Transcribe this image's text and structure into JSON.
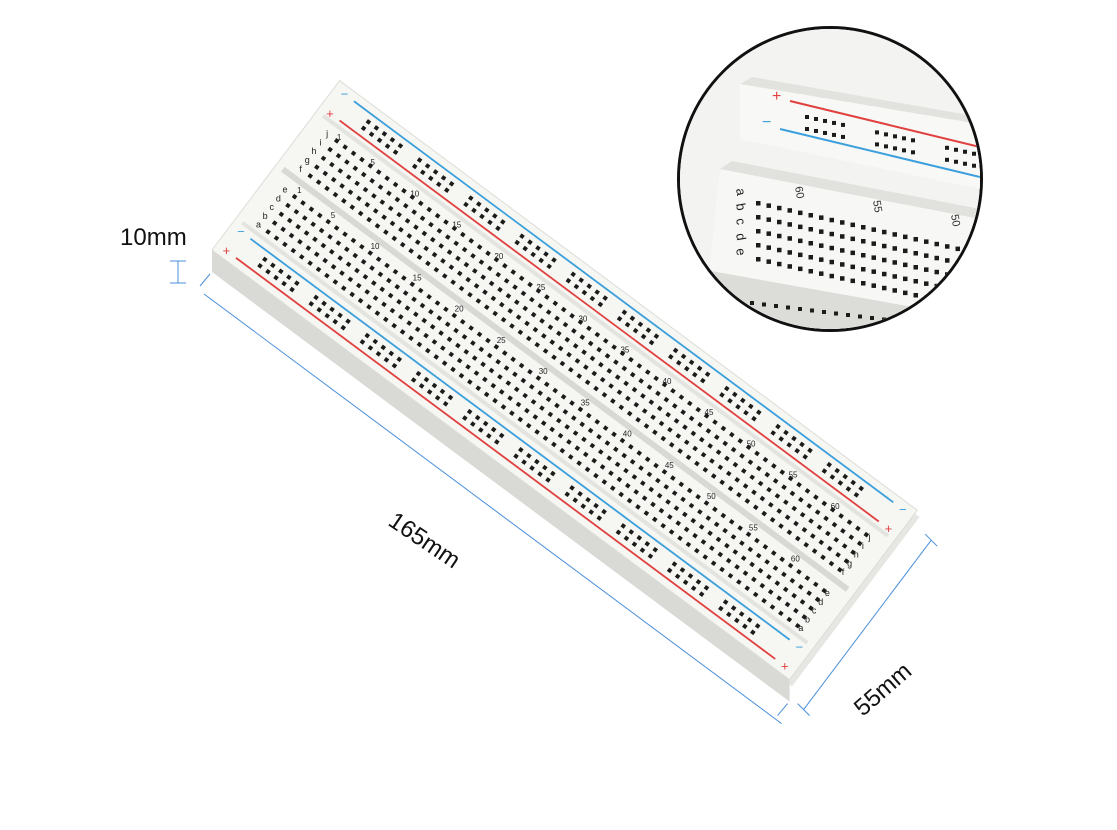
{
  "dimensions": {
    "height": "10mm",
    "length": "165mm",
    "width": "55mm"
  },
  "colors": {
    "board": "#f6f6f3",
    "board_edge": "#d9dad6",
    "hole": "#1b1b1b",
    "rail_red": "#e0413f",
    "rail_blue": "#3a9fdc",
    "dimension_line": "#4a90d9"
  },
  "board": {
    "rail_plus": "+",
    "rail_minus": "−",
    "row_letters_top": [
      "a",
      "b",
      "c",
      "d",
      "e"
    ],
    "row_letters_bottom": [
      "f",
      "g",
      "h",
      "i",
      "j"
    ],
    "column_numbers": [
      "1",
      "5",
      "10",
      "15",
      "20",
      "25",
      "30",
      "35",
      "40",
      "45",
      "50",
      "55",
      "60"
    ]
  },
  "inset": {
    "rail_plus": "+",
    "rail_minus": "−",
    "row_letters": [
      "a",
      "b",
      "c",
      "d",
      "e"
    ],
    "column_numbers": [
      "60",
      "55",
      "50"
    ]
  }
}
